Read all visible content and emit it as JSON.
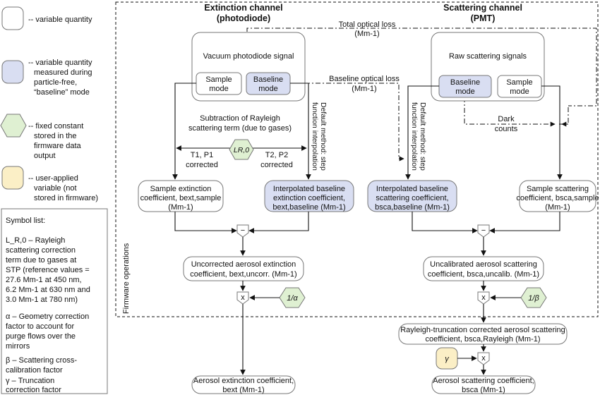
{
  "legend": {
    "variable": "-- variable quantity",
    "baseline_lines": [
      "-- variable quantity",
      "measured during",
      "particle-free,",
      "“baseline” mode"
    ],
    "constant_lines": [
      "-- fixed constant",
      "stored in the",
      "firmware data",
      "output"
    ],
    "user_lines": [
      "-- user-applied",
      "variable (not",
      "stored in firmware)"
    ]
  },
  "symbols": {
    "title": "Symbol list:",
    "lr0_lines": [
      "L_R,0 – Rayleigh",
      "scattering correction",
      "term due to gases at",
      "STP (reference values =",
      "27.6 Mm-1 at 450 nm,",
      "6.2 Mm-1 at 630 nm and",
      "3.0 Mm-1 at 780 nm)"
    ],
    "alpha_lines": [
      "α – Geometry correction",
      "factor to account for",
      "purge flows over the",
      "mirrors"
    ],
    "beta_lines": [
      "β  – Scattering cross-",
      "calibration factor"
    ],
    "gamma_lines": [
      "γ  – Truncation",
      "correction factor"
    ]
  },
  "firmware_label": "Firmware operations",
  "extinction": {
    "header": [
      "Extinction channel",
      "(photodiode)"
    ],
    "signal": "Vacuum photodiode signal",
    "sample_mode": [
      "Sample",
      "mode"
    ],
    "baseline_mode": [
      "Baseline",
      "mode"
    ],
    "subtraction": [
      "Subtraction of Rayleigh",
      "scattering term (due to gases)"
    ],
    "t1": [
      "T1, P1",
      "corrected"
    ],
    "t2": [
      "T2, P2",
      "corrected"
    ],
    "lr0": "LR,0",
    "default_method": [
      "Default method: step",
      "function interpolation"
    ],
    "sample_coef": [
      "Sample extinction",
      "coefficient, bext,sample",
      "(Mm-1)"
    ],
    "interp_coef": [
      "Interpolated baseline",
      "extinction coefficient,",
      "bext,baseline (Mm-1)"
    ],
    "minus": "−",
    "uncorr": [
      "Uncorrected aerosol extinction",
      "coefficient, bext,uncorr. (Mm-1)"
    ],
    "times": "x",
    "alpha": "1/α",
    "final": [
      "Aerosol extinction coefficient,",
      "bext (Mm-1)"
    ]
  },
  "scattering": {
    "header": [
      "Scattering channel",
      "(PMT)"
    ],
    "signal": "Raw scattering signals",
    "baseline_mode": [
      "Baseline",
      "mode"
    ],
    "sample_mode": [
      "Sample",
      "mode"
    ],
    "default_method": [
      "Default method: step",
      "function interpolation"
    ],
    "dark": [
      "Dark",
      "counts"
    ],
    "interp_coef": [
      "Interpolated baseline",
      "scattering coefficient,",
      "bsca,baseline (Mm-1)"
    ],
    "sample_coef": [
      "Sample scattering",
      "coefficient, bsca,sample",
      "(Mm-1)"
    ],
    "minus": "−",
    "uncal": [
      "Uncalibrated aerosol scattering",
      "coefficient, bsca,uncalib. (Mm-1)"
    ],
    "times": "x",
    "beta": "1/β",
    "rayleigh": [
      "Rayleigh-truncation corrected aerosol scattering",
      "coefficient, bsca,Rayleigh (Mm-1)"
    ],
    "gamma": "γ",
    "times2": "x",
    "final": [
      "Aerosol scattering coefficient,",
      "bsca (Mm-1)"
    ]
  },
  "loss": {
    "total": [
      "Total optical loss",
      "(Mm-1)"
    ],
    "baseline": [
      "Baseline optical loss",
      "(Mm-1)"
    ]
  },
  "colors": {
    "baseline_fill": "#d9def2",
    "constant_fill": "#dff0d2",
    "user_fill": "#fbefc6",
    "border": "#777777"
  }
}
